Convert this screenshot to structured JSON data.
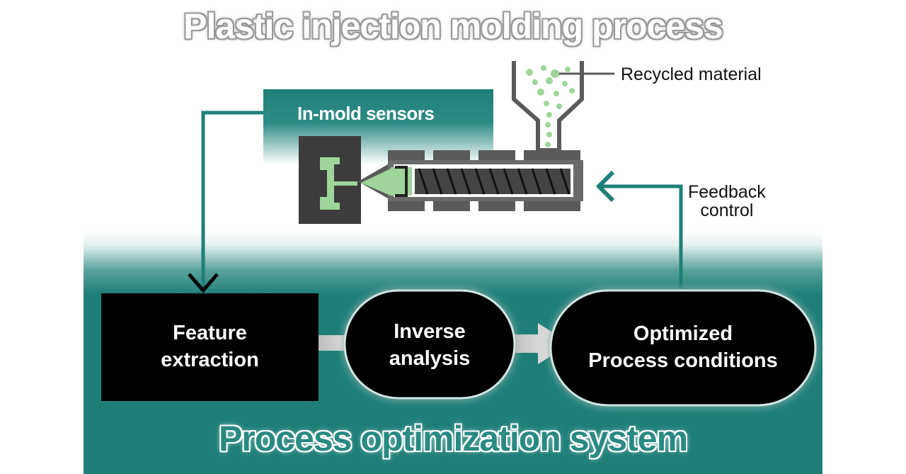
{
  "title": "Plastic injection molding process",
  "system_title": "Process optimization system",
  "labels": {
    "recycled_material": "Recycled material",
    "in_mold_sensors": "In-mold sensors",
    "feedback_line1": "Feedback",
    "feedback_line2": "control"
  },
  "steps": [
    {
      "line1": "Feature",
      "line2": "extraction"
    },
    {
      "line1": "Inverse",
      "line2": "analysis"
    },
    {
      "line1": "Optimized",
      "line2": "Process conditions"
    }
  ],
  "colors": {
    "teal": "#1f7f78",
    "teal_dark": "#17625c",
    "pellet_green": "#9fd49a",
    "machine_gray": "#5a5a5a",
    "machine_dark": "#3c3c3c",
    "box_black": "#000000"
  }
}
